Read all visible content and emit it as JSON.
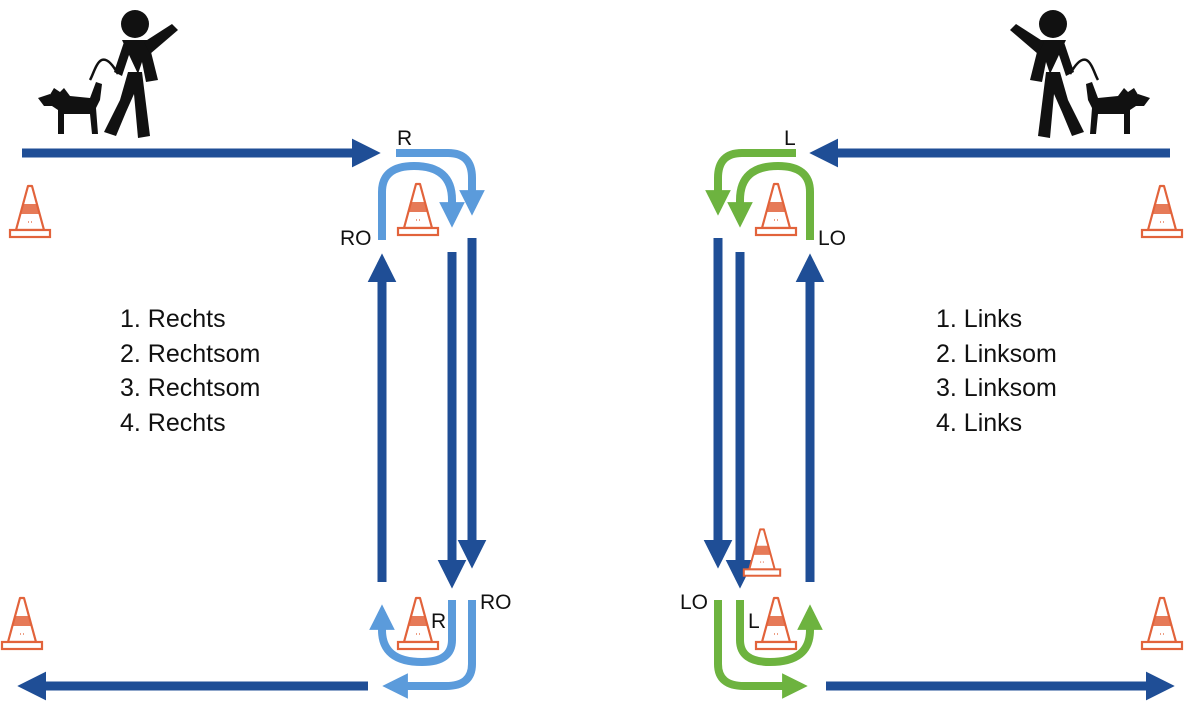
{
  "colors": {
    "dark_blue": "#1f4e96",
    "light_blue": "#5b9bdb",
    "green": "#6db33f",
    "cone": "#e2633b",
    "figure": "#111111"
  },
  "left_side": {
    "steps": [
      "1. Rechts",
      "2. Rechtsom",
      "3. Rechtsom",
      "4. Rechts"
    ],
    "labels": {
      "top": "R",
      "top_side": "RO",
      "bottom_side": "RO",
      "bottom_inner": "R"
    }
  },
  "right_side": {
    "steps": [
      "1. Links",
      "2. Linksom",
      "3. Linksom",
      "4. Links"
    ],
    "labels": {
      "top": "L",
      "top_side": "LO",
      "bottom_side": "LO",
      "bottom_inner": "L"
    }
  },
  "icons": [
    "handler-with-dog-icon",
    "traffic-cone-icon"
  ]
}
